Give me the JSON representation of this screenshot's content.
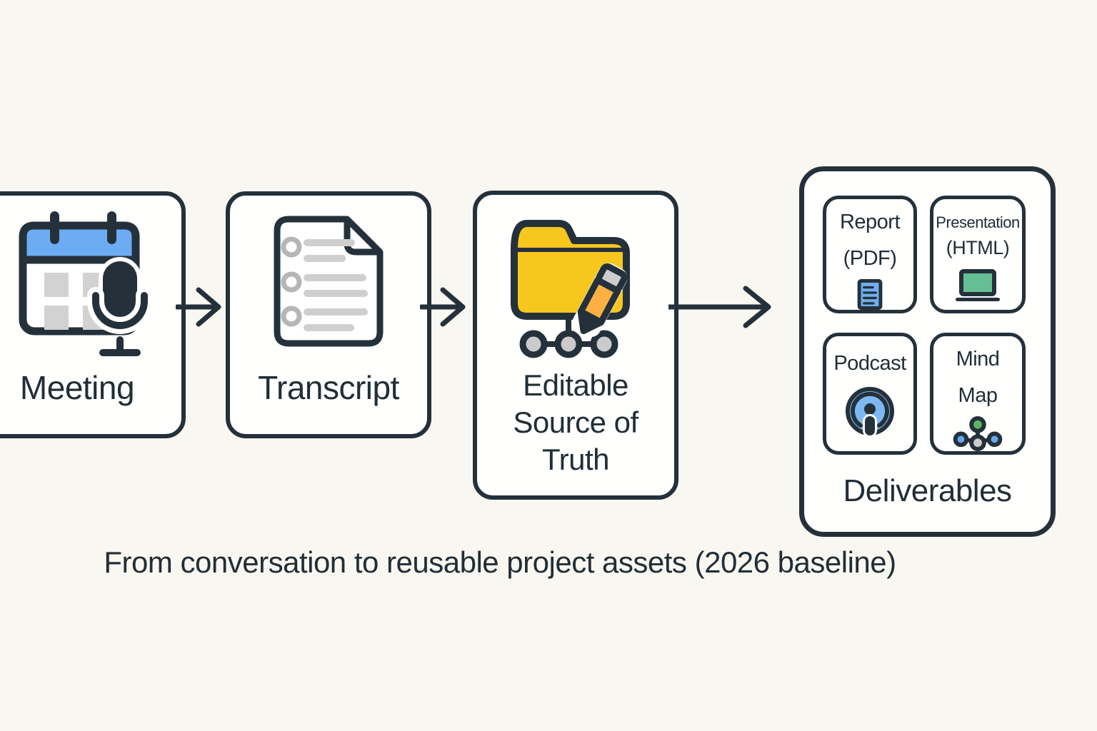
{
  "caption": "From conversation to reusable project assets (2026 baseline)",
  "nodes": {
    "meeting": {
      "label": "Meeting",
      "icon": "calendar-microphone-icon"
    },
    "transcript": {
      "label": "Transcript",
      "icon": "document-list-icon"
    },
    "source_of_truth": {
      "lines": [
        "Editable",
        "Source of",
        "Truth"
      ],
      "icon": "folder-pencil-version-icon"
    },
    "deliverables": {
      "label": "Deliverables",
      "items": [
        {
          "line1": "Report",
          "line2": "(PDF)",
          "icon": "pdf-report-icon"
        },
        {
          "line1": "Presentation",
          "line2": "(HTML)",
          "icon": "laptop-icon"
        },
        {
          "line1": "Podcast",
          "icon": "podcast-icon"
        },
        {
          "line1": "Mind",
          "line2": "Map",
          "icon": "mind-map-icon"
        }
      ]
    }
  },
  "colors": {
    "bg": "#F9F7F1",
    "card": "#FFFFFE",
    "ink": "#25313A",
    "text": "#222E36",
    "cal_blue": "#6CACF2",
    "sq_gray": "#D2D2D2",
    "line_gray": "#CFCFCF",
    "bullet_gray": "#B6B6B6",
    "folder_yellow": "#F8C71E",
    "pencil_orange": "#FBB041",
    "eraser_gray": "#CDCDCD",
    "node_gray": "#CBCBCB",
    "report_blue": "#6FAEF2",
    "laptop_green": "#66BE94",
    "podcast_blue": "#7CB9F3",
    "mm_green": "#5CB661",
    "mm_blue": "#64A9EE"
  }
}
